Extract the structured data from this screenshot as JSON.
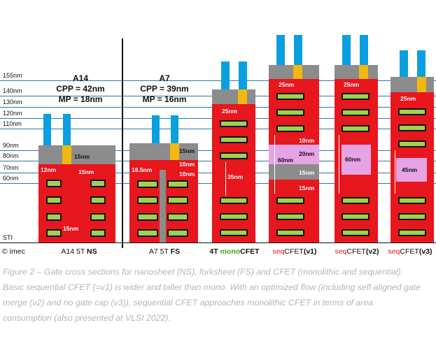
{
  "levels": [
    "155nm",
    "140nm",
    "130nm",
    "120nm",
    "110nm",
    "90nm",
    "80nm",
    "70nm",
    "60nm",
    "STI"
  ],
  "headers": {
    "a14": {
      "title": "A14",
      "cpp": "CPP = 42nm",
      "mp": "MP = 18nm"
    },
    "a7": {
      "title": "A7",
      "cpp": "CPP = 39nm",
      "mp": "MP = 16nm"
    }
  },
  "annotations": {
    "a14_15nm_top": "15nm",
    "a14_12nm": "12nm",
    "a14_15nm_mid": "15nm",
    "a14_15nm_bot": "15nm",
    "a7_15nm": "15nm",
    "a7_18_5nm": "18.5nm",
    "a7_10nm_a": "10nm",
    "a7_10nm_b": "10nm",
    "mono_25nm": "25nm",
    "mono_35nm": "35nm",
    "v1_25nm": "25nm",
    "v1_10nm": "10nm",
    "v1_20nm": "20nm",
    "v1_60nm": "60nm",
    "v1_15nm_a": "15nm",
    "v1_15nm_b": "15nm",
    "v2_25nm": "25nm",
    "v2_60nm": "60nm",
    "v3_25nm": "25nm",
    "v3_45nm": "45nm"
  },
  "labels": {
    "copyright": "© imec",
    "a14_prefix": "A14 5T ",
    "a14_bold": "NS",
    "a7_prefix": "A7 5T ",
    "a7_bold": "FS",
    "mono_a": "4T ",
    "mono_b": "mono",
    "mono_c": "CFET",
    "v1_a": "seq",
    "v1_b": "CFET",
    "v1_c": "(v1)",
    "v2_a": "seq",
    "v2_b": "CFET",
    "v2_c": "(v2)",
    "v3_a": "seq",
    "v3_b": "CFET",
    "v3_c": "(v3)"
  },
  "caption": "Figure 2 – Gate cross sections for nanosheet (NS), forksheet (FS) and CFET (monolithic and sequential). Basic sequential CFET (=v1) is wider and taller than mono. With an optimized flow (including self-aligned gate merge (v2) and no gate cap (v3)), sequential CFET approaches monolithic CFET in terms of area consumption (also presented at VLSI 2022).",
  "colors": {
    "gate": "#e8161d",
    "cap": "#8c8c8c",
    "contact": "#f2b80f",
    "metal": "#0aa0df",
    "sheet": "#9fd34d",
    "merge": "#e6a3e6",
    "level_line": "#2a7aa5"
  }
}
